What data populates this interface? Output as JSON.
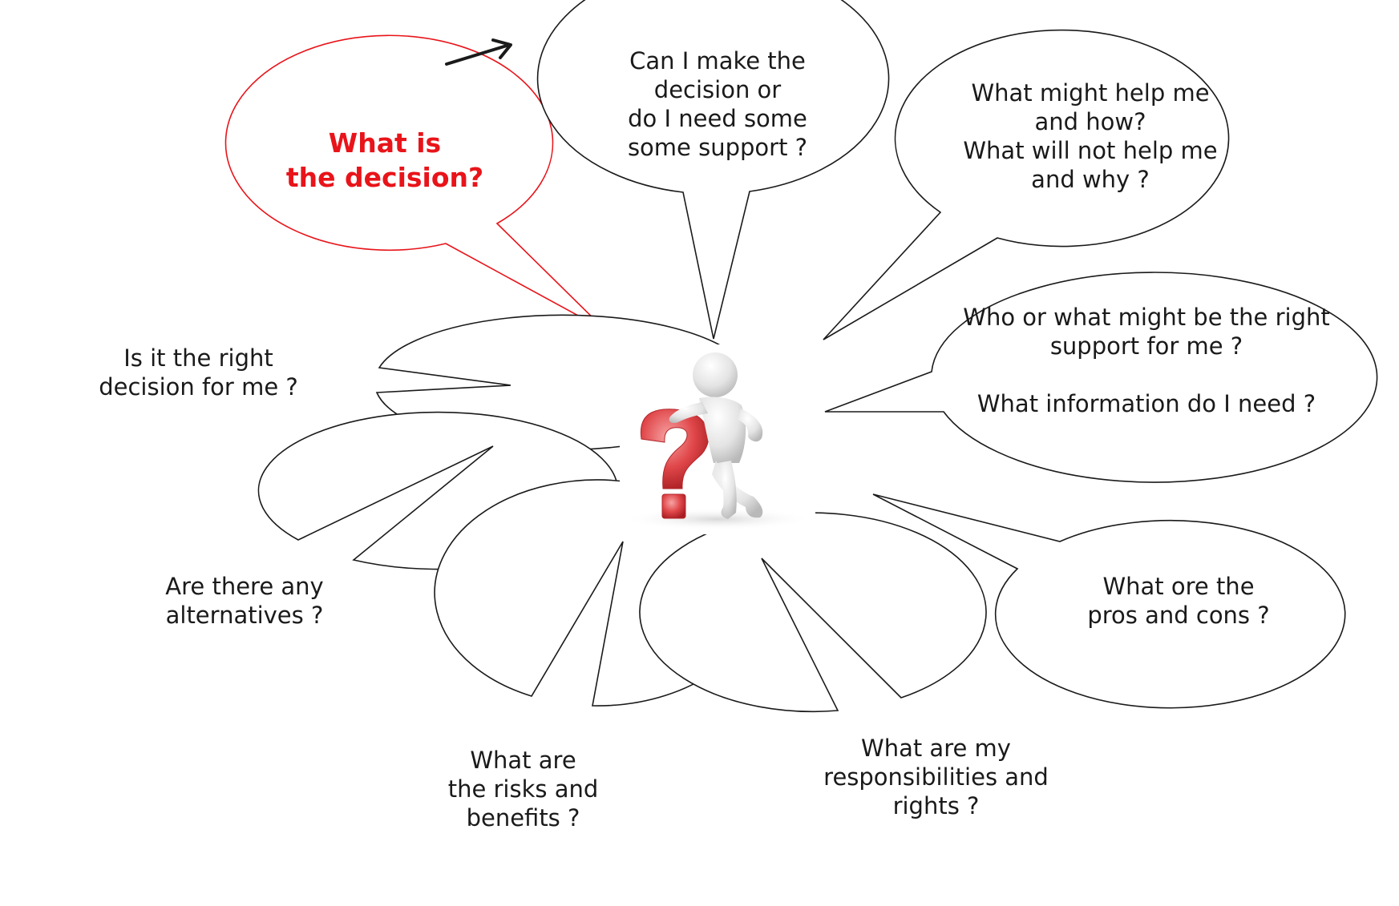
{
  "colors": {
    "outline": "#1a1a1a",
    "highlight": "#e8141a",
    "background": "#ffffff",
    "question_mark": "#e0474a",
    "figure": "#e6e6e6"
  },
  "center_figure": {
    "icon": "thinking-figure-question-mark-icon"
  },
  "arrow": {
    "icon": "arrow-icon"
  },
  "bubbles": {
    "decision": {
      "lines": [
        "What is",
        "the decision?"
      ]
    },
    "support": {
      "lines": [
        "Can I make the",
        "decision or",
        "do I need some",
        "some support ?"
      ]
    },
    "help": {
      "lines": [
        "What might help me",
        "and how?",
        "What will not help me",
        "and why ?"
      ]
    },
    "info": {
      "lines": [
        "Who or what might be the right",
        "support for me ?",
        "",
        "What  information do I need ?"
      ]
    },
    "right": {
      "lines": [
        "Is it the right",
        "decision for me ?"
      ]
    },
    "alternatives": {
      "lines": [
        "Are there any",
        "alternatives ?"
      ]
    },
    "risks": {
      "lines": [
        "What are",
        "the risks and",
        "benefits ?"
      ]
    },
    "responsibilities": {
      "lines": [
        "What are my",
        "responsibilities and",
        "rights ?"
      ]
    },
    "pros": {
      "lines": [
        "What ore the",
        "pros and cons ?"
      ]
    }
  }
}
